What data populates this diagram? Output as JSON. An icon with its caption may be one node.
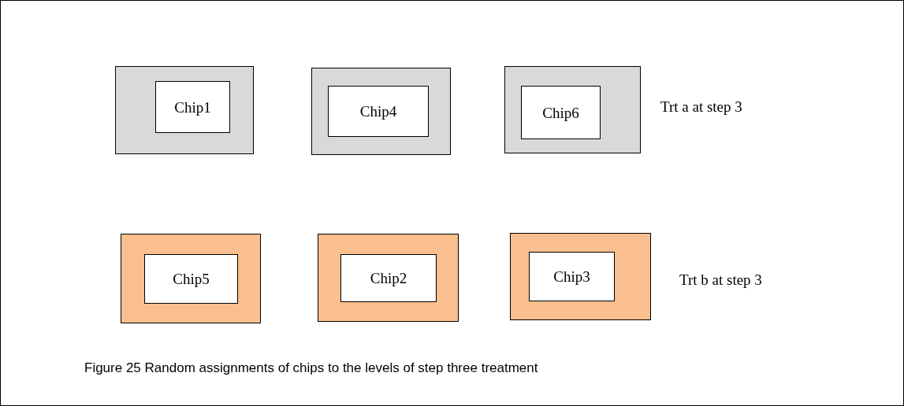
{
  "diagram": {
    "caption": "Figure 25 Random assignments of chips to the levels of step three treatment",
    "nodes": [
      {
        "text": [],
        "shape": "box"
      },
      {
        "text": [
          "Chip1"
        ],
        "in": 0
      },
      {
        "text": [],
        "shape": "box"
      },
      {
        "text": [
          "Chip4"
        ],
        "in": 2
      },
      {
        "text": [],
        "shape": "box"
      },
      {
        "text": [
          "Chip6"
        ],
        "in": 4
      },
      {
        "text": [],
        "shape": "box"
      },
      {
        "text": [
          "Chip5"
        ],
        "in": 6
      },
      {
        "text": [],
        "shape": "box"
      },
      {
        "text": [
          "Chip2"
        ],
        "in": 8
      },
      {
        "text": [],
        "shape": "box"
      },
      {
        "text": [
          "Chip3"
        ],
        "in": 10
      }
    ],
    "labels": [
      "Trt a at step 3",
      "Trt b at step 3"
    ]
  }
}
